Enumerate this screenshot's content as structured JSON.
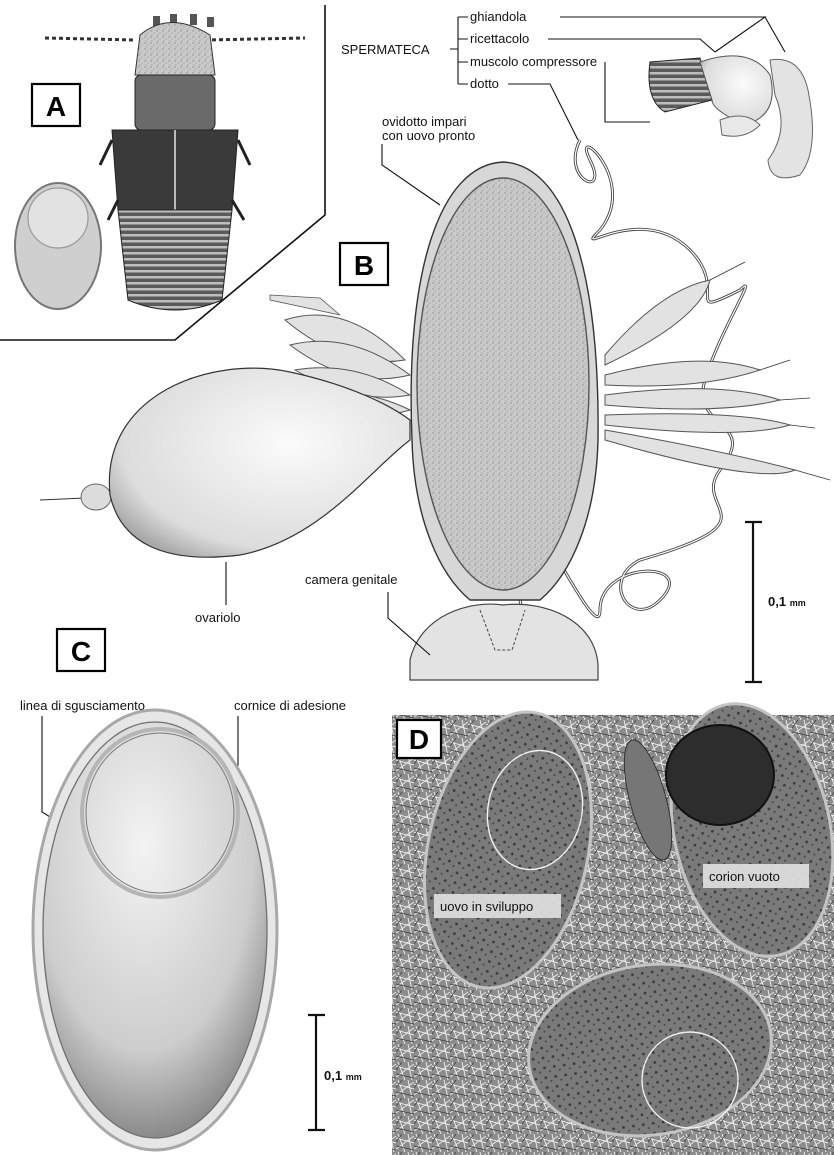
{
  "panels": {
    "a": {
      "letter": "A"
    },
    "b": {
      "letter": "B",
      "spermateca": {
        "title": "SPERMATECA",
        "parts": [
          "ghiandola",
          "ricettacolo",
          "muscolo compressore",
          "dotto"
        ]
      },
      "ovidotto_line1": "ovidotto impari",
      "ovidotto_line2": "con uovo pronto",
      "ovariolo": "ovariolo",
      "camera_genitale": "camera genitale",
      "scale_value": "0,1",
      "scale_unit": "mm"
    },
    "c": {
      "letter": "C",
      "linea": "linea di sgusciamento",
      "cornice": "cornice di adesione",
      "scale_value": "0,1",
      "scale_unit": "mm"
    },
    "d": {
      "letter": "D",
      "uovo": "uovo in sviluppo",
      "corion": "corion vuoto"
    }
  },
  "colors": {
    "ink": "#111111",
    "photo_bg": "#9a9a9a",
    "egg_fill": "#d9d9d9",
    "organ_fill": "#ececec"
  }
}
